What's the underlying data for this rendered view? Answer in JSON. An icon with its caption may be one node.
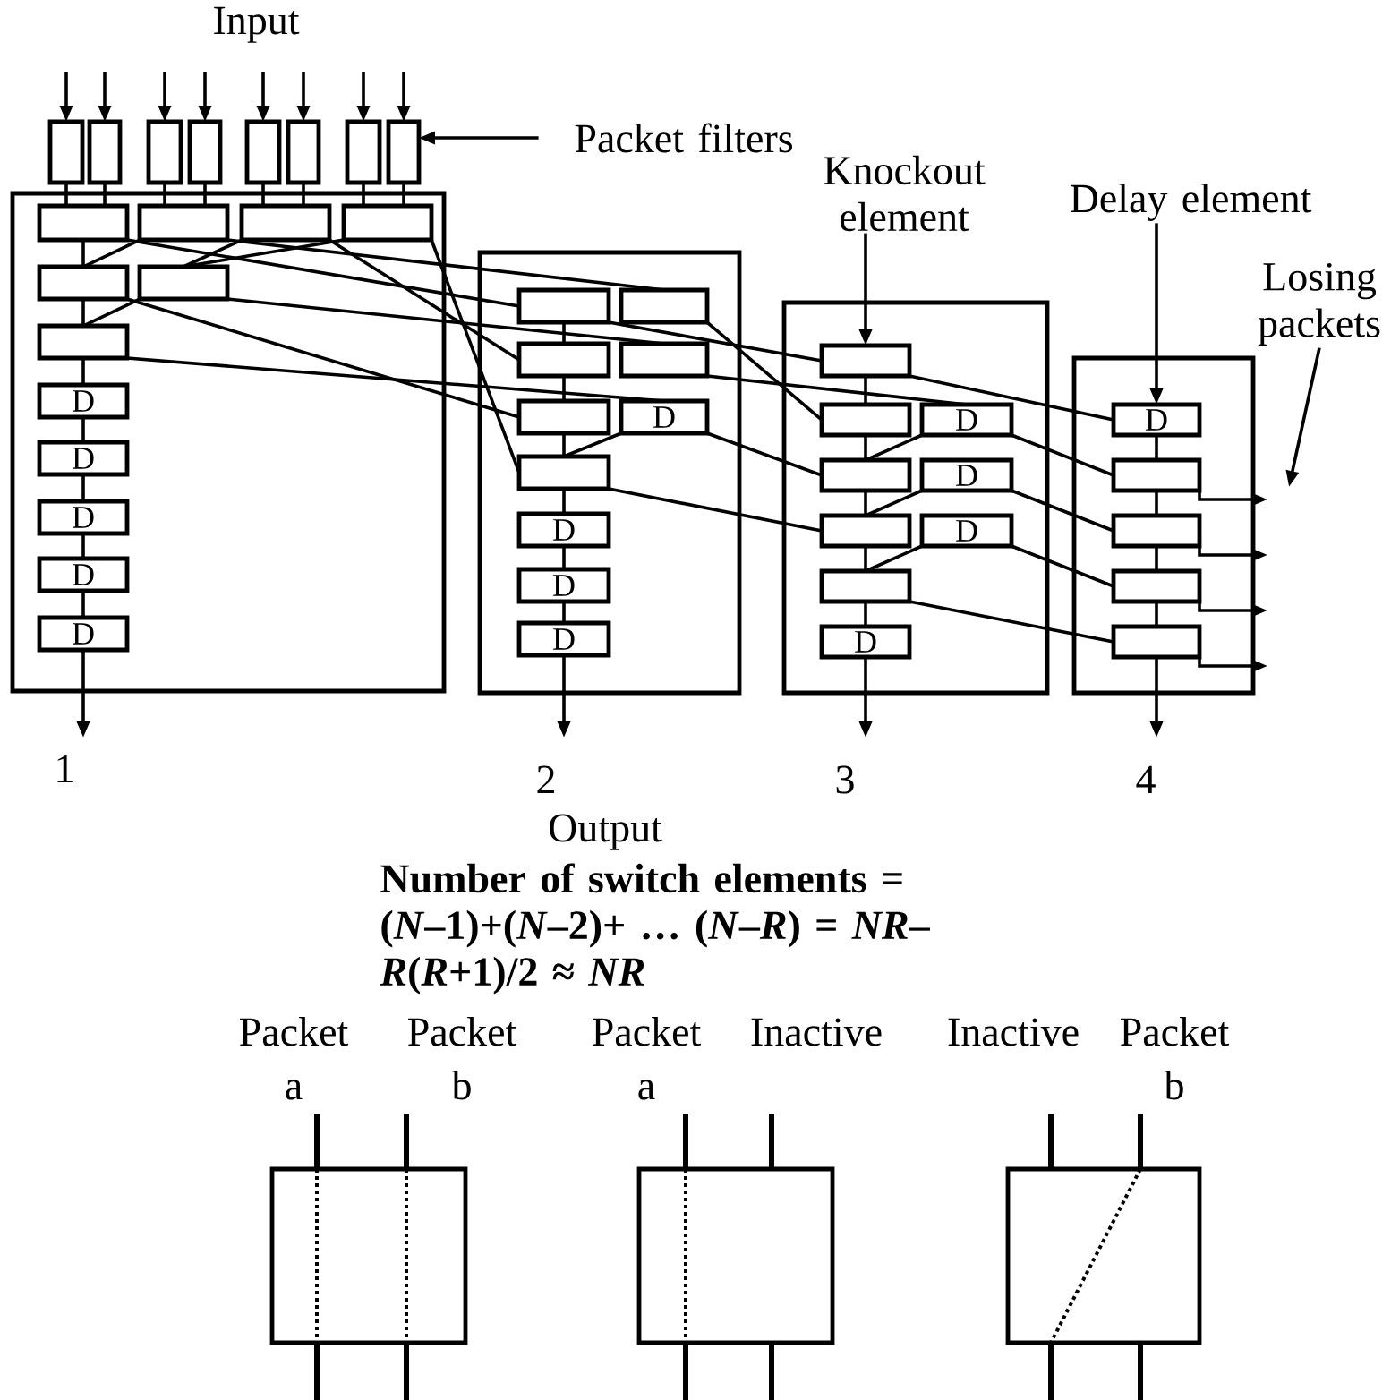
{
  "diagram": {
    "nodes": [
      {
        "text": [],
        "shape": "box",
        "beside": [
          "1"
        ]
      },
      {
        "text": [],
        "shape": "box"
      },
      {
        "text": [],
        "shape": "box"
      },
      {
        "text": [],
        "shape": "box"
      },
      {
        "text": [],
        "shape": "box"
      },
      {
        "text": [],
        "shape": "box"
      },
      {
        "text": [],
        "shape": "box"
      },
      {
        "text": [],
        "shape": "box"
      },
      {
        "text": [],
        "shape": "box"
      },
      {
        "text": [],
        "shape": "box",
        "in": 0
      },
      {
        "text": [],
        "shape": "box",
        "in": 0
      },
      {
        "text": [],
        "shape": "box",
        "in": 0
      },
      {
        "text": [],
        "shape": "box",
        "in": 0
      },
      {
        "text": [],
        "shape": "box",
        "in": 0
      },
      {
        "text": [],
        "shape": "box",
        "in": 0
      },
      {
        "text": [],
        "shape": "box",
        "in": 0
      },
      {
        "text": [
          "D"
        ],
        "in": 0
      },
      {
        "text": [
          "D"
        ],
        "in": 0
      },
      {
        "text": [
          "D"
        ],
        "in": 0
      },
      {
        "text": [
          "D"
        ],
        "in": 0
      },
      {
        "text": [
          "D"
        ],
        "in": 0
      },
      {
        "text": [],
        "shape": "box",
        "beside": [
          "2"
        ]
      },
      {
        "text": [],
        "shape": "box",
        "in": 21
      },
      {
        "text": [],
        "shape": "box",
        "in": 21
      },
      {
        "text": [],
        "shape": "box",
        "in": 21
      },
      {
        "text": [],
        "shape": "box",
        "in": 21
      },
      {
        "text": [],
        "shape": "box",
        "in": 21
      },
      {
        "text": [
          "D"
        ],
        "in": 21
      },
      {
        "text": [],
        "shape": "box",
        "in": 21
      },
      {
        "text": [
          "D"
        ],
        "in": 21
      },
      {
        "text": [
          "D"
        ],
        "in": 21
      },
      {
        "text": [
          "D"
        ],
        "in": 21
      },
      {
        "text": [],
        "shape": "box",
        "beside": [
          "3"
        ]
      },
      {
        "text": [],
        "shape": "box",
        "in": 32
      },
      {
        "text": [],
        "shape": "box",
        "in": 32
      },
      {
        "text": [
          "D"
        ],
        "in": 32
      },
      {
        "text": [],
        "shape": "box",
        "in": 32
      },
      {
        "text": [
          "D"
        ],
        "in": 32
      },
      {
        "text": [],
        "shape": "box",
        "in": 32
      },
      {
        "text": [
          "D"
        ],
        "in": 32
      },
      {
        "text": [],
        "shape": "box",
        "in": 32
      },
      {
        "text": [
          "D"
        ],
        "in": 32
      },
      {
        "text": [],
        "shape": "box",
        "beside": [
          "4"
        ]
      },
      {
        "text": [
          "D"
        ],
        "in": 42
      },
      {
        "text": [],
        "shape": "box",
        "in": 42
      },
      {
        "text": [],
        "shape": "box",
        "in": 42
      },
      {
        "text": [],
        "shape": "box",
        "in": 42
      },
      {
        "text": [],
        "shape": "box",
        "in": 42
      },
      {
        "text": [
          "Packet filters"
        ]
      },
      {
        "text": [
          "Knockout element"
        ]
      },
      {
        "text": [
          "Delay element"
        ]
      },
      {
        "text": [
          "Losing packets"
        ]
      },
      {
        "text": [],
        "shape": "box"
      },
      {
        "text": [],
        "shape": "box"
      },
      {
        "text": [],
        "shape": "box"
      }
    ],
    "edges": [
      {
        "from": null,
        "to": 1,
        "arrow": "to"
      },
      {
        "from": null,
        "to": 2,
        "arrow": "to"
      },
      {
        "from": null,
        "to": 3,
        "arrow": "to"
      },
      {
        "from": null,
        "to": 4,
        "arrow": "to"
      },
      {
        "from": null,
        "to": 5,
        "arrow": "to"
      },
      {
        "from": null,
        "to": 6,
        "arrow": "to"
      },
      {
        "from": null,
        "to": 7,
        "arrow": "to"
      },
      {
        "from": null,
        "to": 8,
        "arrow": "to"
      },
      {
        "from": 1,
        "to": 9,
        "arrow": "none"
      },
      {
        "from": 2,
        "to": 9,
        "arrow": "none"
      },
      {
        "from": 3,
        "to": 10,
        "arrow": "none"
      },
      {
        "from": 4,
        "to": 10,
        "arrow": "none"
      },
      {
        "from": 5,
        "to": 11,
        "arrow": "none"
      },
      {
        "from": 6,
        "to": 11,
        "arrow": "none"
      },
      {
        "from": 7,
        "to": 12,
        "arrow": "none"
      },
      {
        "from": 8,
        "to": 12,
        "arrow": "none"
      },
      {
        "from": 9,
        "to": 13,
        "arrow": "none"
      },
      {
        "from": 10,
        "to": 13,
        "arrow": "none"
      },
      {
        "from": 11,
        "to": 14,
        "arrow": "none"
      },
      {
        "from": 12,
        "to": 14,
        "arrow": "none"
      },
      {
        "from": 13,
        "to": 15,
        "arrow": "none"
      },
      {
        "from": 14,
        "to": 15,
        "arrow": "none"
      },
      {
        "from": 15,
        "to": 16,
        "arrow": "none"
      },
      {
        "from": 16,
        "to": 17,
        "arrow": "none"
      },
      {
        "from": 17,
        "to": 18,
        "arrow": "none"
      },
      {
        "from": 18,
        "to": 19,
        "arrow": "none"
      },
      {
        "from": 19,
        "to": 20,
        "arrow": "none"
      },
      {
        "from": 20,
        "to": null,
        "arrow": "to"
      },
      {
        "from": 9,
        "to": 22,
        "arrow": "none"
      },
      {
        "from": 10,
        "to": 23,
        "arrow": "none"
      },
      {
        "from": 11,
        "to": 24,
        "arrow": "none"
      },
      {
        "from": 13,
        "to": 26,
        "arrow": "none"
      },
      {
        "from": 12,
        "to": 28,
        "arrow": "none"
      },
      {
        "from": 14,
        "to": 25,
        "arrow": "none"
      },
      {
        "from": 15,
        "to": 27,
        "arrow": "none"
      },
      {
        "from": 22,
        "to": 24,
        "arrow": "none"
      },
      {
        "from": 24,
        "to": 26,
        "arrow": "none"
      },
      {
        "from": 26,
        "to": 28,
        "arrow": "none"
      },
      {
        "from": 28,
        "to": 29,
        "arrow": "none"
      },
      {
        "from": 29,
        "to": 30,
        "arrow": "none"
      },
      {
        "from": 30,
        "to": 31,
        "arrow": "none"
      },
      {
        "from": 31,
        "to": null,
        "arrow": "to"
      },
      {
        "from": 27,
        "to": 28,
        "arrow": "none"
      },
      {
        "from": 22,
        "to": 33,
        "arrow": "none"
      },
      {
        "from": 23,
        "to": 34,
        "arrow": "none"
      },
      {
        "from": 25,
        "to": 35,
        "arrow": "none"
      },
      {
        "from": 27,
        "to": 36,
        "arrow": "none"
      },
      {
        "from": 28,
        "to": 38,
        "arrow": "none"
      },
      {
        "from": 33,
        "to": 34,
        "arrow": "none"
      },
      {
        "from": 34,
        "to": 36,
        "arrow": "none"
      },
      {
        "from": 36,
        "to": 38,
        "arrow": "none"
      },
      {
        "from": 38,
        "to": 40,
        "arrow": "none"
      },
      {
        "from": 40,
        "to": 41,
        "arrow": "none"
      },
      {
        "from": 41,
        "to": null,
        "arrow": "to"
      },
      {
        "from": 35,
        "to": 36,
        "arrow": "none"
      },
      {
        "from": 37,
        "to": 38,
        "arrow": "none"
      },
      {
        "from": 39,
        "to": 40,
        "arrow": "none"
      },
      {
        "from": 33,
        "to": 43,
        "arrow": "none"
      },
      {
        "from": 35,
        "to": 44,
        "arrow": "none"
      },
      {
        "from": 37,
        "to": 45,
        "arrow": "none"
      },
      {
        "from": 39,
        "to": 46,
        "arrow": "none"
      },
      {
        "from": 40,
        "to": 47,
        "arrow": "none"
      },
      {
        "from": 43,
        "to": 44,
        "arrow": "none"
      },
      {
        "from": 44,
        "to": 45,
        "arrow": "none"
      },
      {
        "from": 45,
        "to": 46,
        "arrow": "none"
      },
      {
        "from": 46,
        "to": 47,
        "arrow": "none"
      },
      {
        "from": 47,
        "to": null,
        "arrow": "to"
      },
      {
        "from": 44,
        "to": null,
        "arrow": "to"
      },
      {
        "from": 45,
        "to": null,
        "arrow": "to"
      },
      {
        "from": 46,
        "to": null,
        "arrow": "to"
      },
      {
        "from": 47,
        "to": null,
        "arrow": "to"
      },
      {
        "from": 48,
        "to": 8,
        "arrow": "to"
      },
      {
        "from": 49,
        "to": 33,
        "arrow": "to"
      },
      {
        "from": 50,
        "to": 43,
        "arrow": "to"
      },
      {
        "from": 51,
        "to": null,
        "arrow": "to"
      }
    ],
    "labels": [
      "Input",
      "Output",
      "Number of switch elements = (*N*–1)+(*N*–2)+ … (*N*–*R*) = *NR*–*R*(*R*+1)/2 ≈ *NR*",
      "Packet",
      "Packet",
      "Packet",
      "Inactive",
      "Inactive",
      "Packet",
      "a",
      "b",
      "a",
      "b"
    ]
  }
}
